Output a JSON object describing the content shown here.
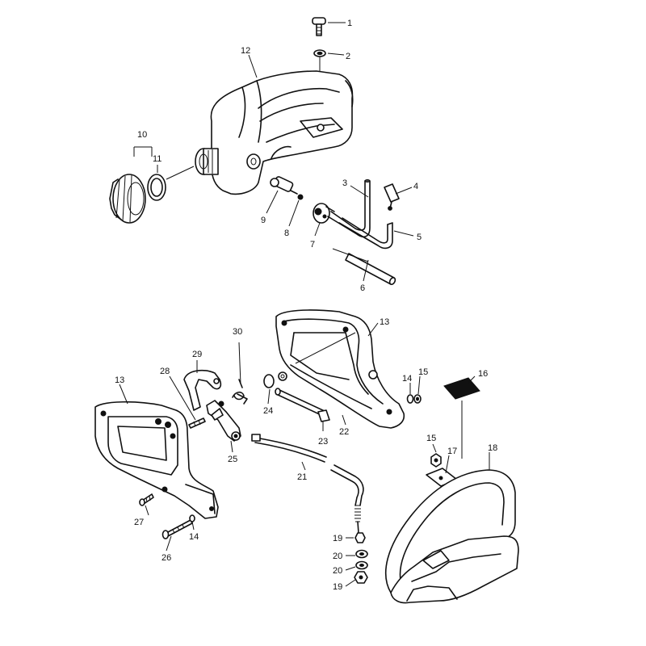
{
  "callouts": [
    {
      "id": "c1",
      "label": "1"
    },
    {
      "id": "c2",
      "label": "2"
    },
    {
      "id": "c3",
      "label": "3"
    },
    {
      "id": "c4",
      "label": "4"
    },
    {
      "id": "c5",
      "label": "5"
    },
    {
      "id": "c6",
      "label": "6"
    },
    {
      "id": "c7",
      "label": "7"
    },
    {
      "id": "c8",
      "label": "8"
    },
    {
      "id": "c9",
      "label": "9"
    },
    {
      "id": "c10",
      "label": "10"
    },
    {
      "id": "c11",
      "label": "11"
    },
    {
      "id": "c12",
      "label": "12"
    },
    {
      "id": "c13a",
      "label": "13"
    },
    {
      "id": "c13b",
      "label": "13"
    },
    {
      "id": "c14a",
      "label": "14"
    },
    {
      "id": "c14b",
      "label": "14"
    },
    {
      "id": "c15a",
      "label": "15"
    },
    {
      "id": "c15b",
      "label": "15"
    },
    {
      "id": "c16",
      "label": "16"
    },
    {
      "id": "c17",
      "label": "17"
    },
    {
      "id": "c18",
      "label": "18"
    },
    {
      "id": "c19a",
      "label": "19"
    },
    {
      "id": "c19b",
      "label": "19"
    },
    {
      "id": "c20a",
      "label": "20"
    },
    {
      "id": "c20b",
      "label": "20"
    },
    {
      "id": "c21",
      "label": "21"
    },
    {
      "id": "c22",
      "label": "22"
    },
    {
      "id": "c23",
      "label": "23"
    },
    {
      "id": "c24",
      "label": "24"
    },
    {
      "id": "c25",
      "label": "25"
    },
    {
      "id": "c26",
      "label": "26"
    },
    {
      "id": "c27",
      "label": "27"
    },
    {
      "id": "c28",
      "label": "28"
    },
    {
      "id": "c29",
      "label": "29"
    },
    {
      "id": "c30",
      "label": "30"
    }
  ]
}
